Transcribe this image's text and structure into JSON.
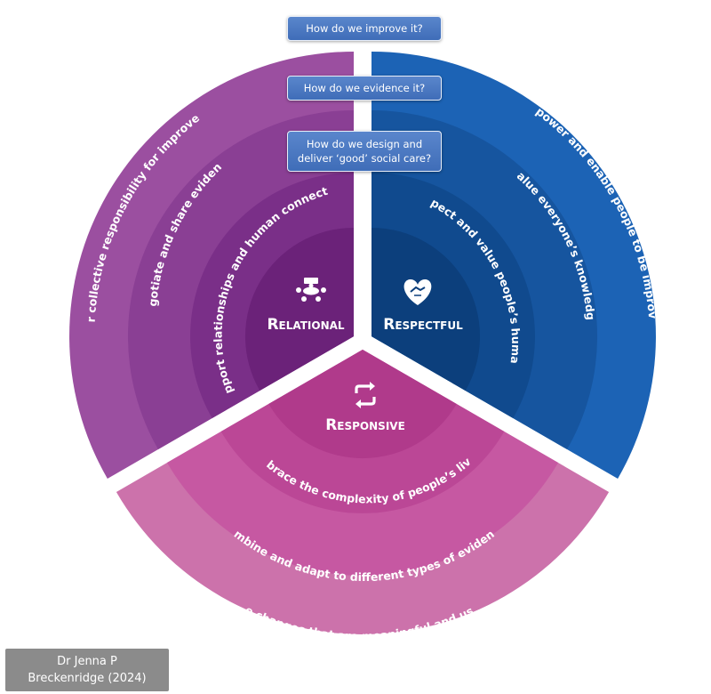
{
  "questions": {
    "improve": "How do we improve it?",
    "evidence": "How do we evidence it?",
    "design_line1": "How do we design and",
    "design_line2": "deliver ‘good’ social care?"
  },
  "sections": {
    "relational": {
      "title_cap": "R",
      "title_rest": "ELATIONAL",
      "icon": "team-meeting-icon",
      "outer": "Foster collective responsibility for improvement",
      "middle": "Negotiate and share evidence",
      "inner": "Support relationships and human connection"
    },
    "respectful": {
      "title_cap": "R",
      "title_rest": "ESPECTFUL",
      "icon": "heart-handshake-icon",
      "outer": "Empower and enable people to be improvers",
      "middle": "Value everyone’s knowledge",
      "inner": "Respect and value people’s humanity"
    },
    "responsive": {
      "title_cap": "R",
      "title_rest": "ESPONSIVE",
      "icon": "cycle-arrows-icon",
      "outer": "Make changes that are meaningful and useful",
      "middle": "Combine and adapt to different types of evidence",
      "inner": "Embrace the complexity of people’s lives"
    }
  },
  "credit": {
    "line1": "Dr Jenna P",
    "line2": "Breckenridge (2024)"
  },
  "colors": {
    "purple": [
      "#9b4fa0",
      "#8a3f94",
      "#7a2f88",
      "#6b2279"
    ],
    "blue": [
      "#1c63b5",
      "#16559f",
      "#104a8e",
      "#0c3f7c"
    ],
    "pink": [
      "#cc72ab",
      "#c658a2",
      "#bb4796",
      "#b03a8b"
    ]
  }
}
